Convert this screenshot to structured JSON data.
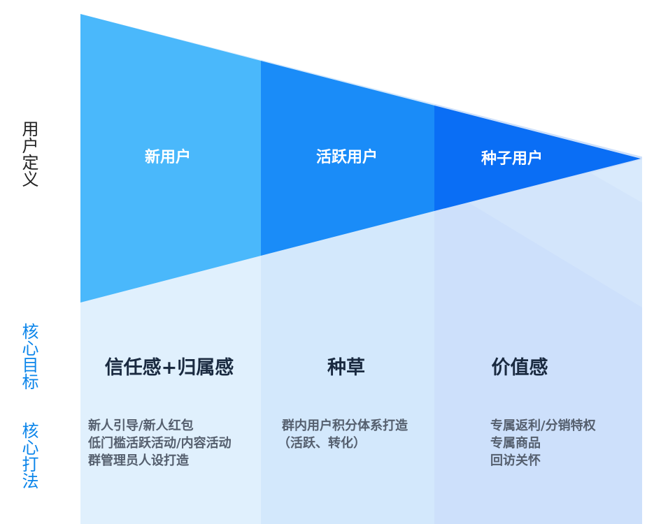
{
  "side_labels": {
    "user_definition": "用户定义",
    "core_goal": "核心目标",
    "core_strategy": "核心打法"
  },
  "stages": [
    {
      "name": "新用户",
      "goal": "信任感+归属感",
      "tactics": [
        "新人引导/新人红包",
        "低门槛活跃活动/内容活动",
        "群管理员人设打造"
      ]
    },
    {
      "name": "活跃用户",
      "goal": "种草",
      "tactics": [
        "群内用户积分体系打造",
        "（活跃、转化）"
      ]
    },
    {
      "name": "种子用户",
      "goal": "价值感",
      "tactics": [
        "专属返利/分销特权",
        "专属商品",
        "回访关怀"
      ]
    }
  ],
  "colors": {
    "stage1": "#4ab8fb",
    "stage2": "#1a8cf8",
    "stage3": "#0a6ef5",
    "col1_bg": "#e0f0fd",
    "col2_bg": "#d3e8fc",
    "col3_bg": "#cde0fb",
    "side_label": "#0b85ea",
    "side_label_dark": "#222222"
  }
}
